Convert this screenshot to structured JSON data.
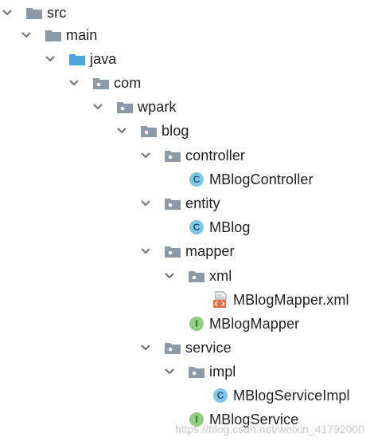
{
  "tree": {
    "nodes": [
      {
        "label": "src",
        "kind": "folder-gray",
        "expanded": true
      },
      {
        "label": "main",
        "kind": "folder-gray",
        "expanded": true
      },
      {
        "label": "java",
        "kind": "folder-blue",
        "expanded": true
      },
      {
        "label": "com",
        "kind": "package",
        "expanded": true
      },
      {
        "label": "wpark",
        "kind": "package",
        "expanded": true
      },
      {
        "label": "blog",
        "kind": "package",
        "expanded": true
      },
      {
        "label": "controller",
        "kind": "package",
        "expanded": true
      },
      {
        "label": "MBlogController",
        "kind": "class",
        "badge": "C"
      },
      {
        "label": "entity",
        "kind": "package",
        "expanded": true
      },
      {
        "label": "MBlog",
        "kind": "class",
        "badge": "C"
      },
      {
        "label": "mapper",
        "kind": "package",
        "expanded": true
      },
      {
        "label": "xml",
        "kind": "package",
        "expanded": true
      },
      {
        "label": "MBlogMapper.xml",
        "kind": "xml-file"
      },
      {
        "label": "MBlogMapper",
        "kind": "interface",
        "badge": "I"
      },
      {
        "label": "service",
        "kind": "package",
        "expanded": true
      },
      {
        "label": "impl",
        "kind": "package",
        "expanded": true
      },
      {
        "label": "MBlogServiceImpl",
        "kind": "class",
        "badge": "C"
      },
      {
        "label": "MBlogService",
        "kind": "interface",
        "badge": "I"
      }
    ]
  },
  "watermark": "https://blog.csdn.net/weixin_41792000",
  "colors": {
    "folder_gray": "#8b9aa6",
    "folder_blue": "#4ba4dd",
    "chevron": "#6e6e6e",
    "class_badge": "#7ec6e8",
    "interface_badge": "#8fcf7e",
    "xml_icon": "#e5714d"
  }
}
